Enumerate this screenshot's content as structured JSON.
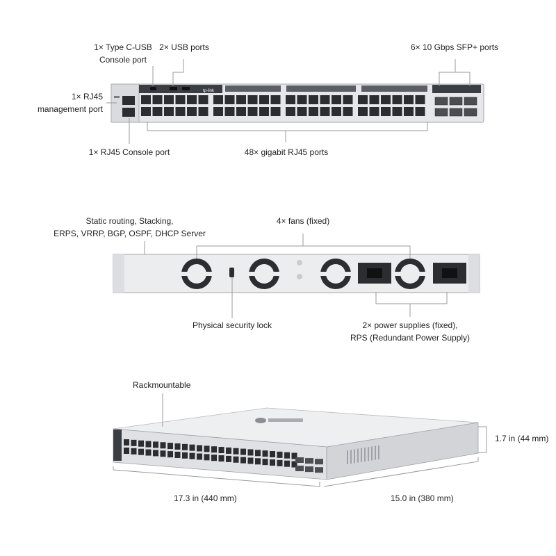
{
  "front_panel": {
    "label_usb_c": [
      "1× Type C-USB",
      "Console port"
    ],
    "label_usb": "2× USB ports",
    "label_sfp": "6× 10 Gbps SFP+ ports",
    "label_mgmt": [
      "1× RJ45",
      "management port"
    ],
    "label_console": "1× RJ45 Console port",
    "label_rj45": "48× gigabit RJ45 ports",
    "brand_text": "tp-link",
    "port_count": 48,
    "sfp_count": 6
  },
  "rear_panel": {
    "label_features": [
      "Static routing, Stacking,",
      "ERPS, VRRP, BGP, OSPF, DHCP Server"
    ],
    "label_fans": "4× fans (fixed)",
    "label_lock": "Physical security lock",
    "label_psu": [
      "2× power supplies (fixed),",
      "RPS (Redundant Power Supply)"
    ],
    "fan_count": 4,
    "psu_count": 2
  },
  "dimensions": {
    "label_rack": "Rackmountable",
    "height": "1.7 in (44 mm)",
    "width": "17.3 in (440 mm)",
    "depth": "15.0 in (380 mm)"
  },
  "colors": {
    "chassis": "#e9eaec",
    "chassis_dark": "#3a3d42",
    "port": "#2b2d30",
    "accent": "#4a8fd6",
    "line": "#9a9a9a"
  }
}
